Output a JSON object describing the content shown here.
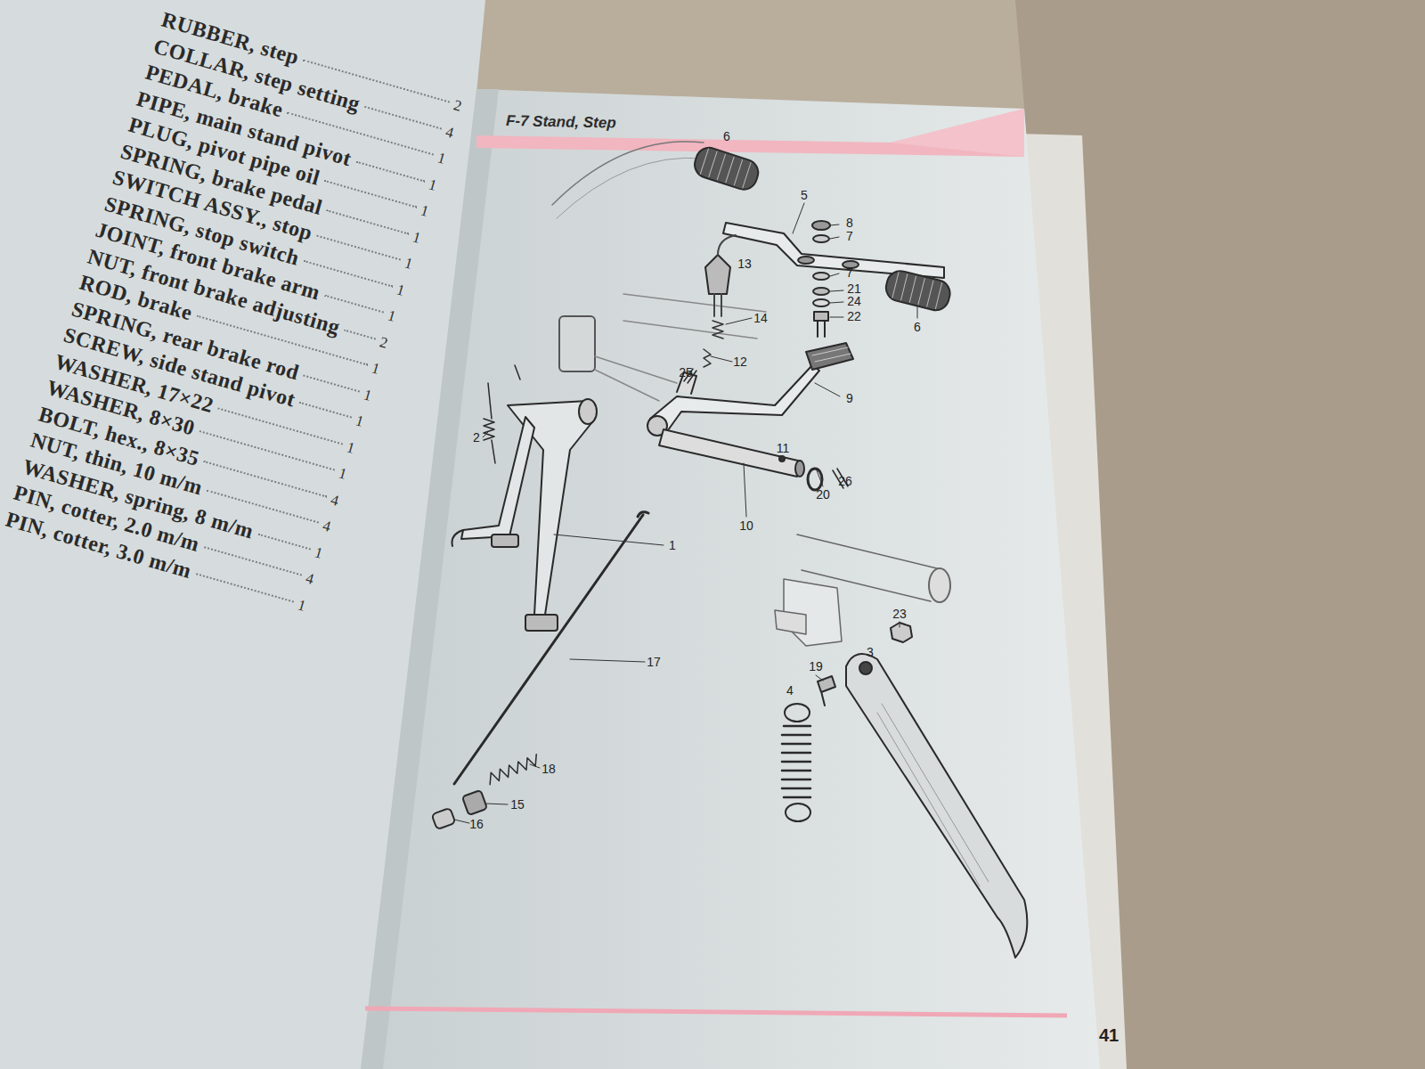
{
  "diagram": {
    "title": "F-7 Stand, Step",
    "labels": [
      "RUBBER, step",
      "COLLAR, step setting",
      "PEDAL, brake",
      "PIPE, main stand pivot",
      "PLUG, pivot pipe oil",
      "SPRING, brake pedal",
      "SWITCH ASSY., stop",
      "SPRING, stop switch",
      "JOINT, front brake arm",
      "NUT, front brake adjusting",
      "ROD, brake",
      "SPRING, rear brake rod",
      "SCREW, side stand pivot",
      "WASHER, 17×22",
      "WASHER, 8×30",
      "BOLT, hex., 8×35",
      "NUT, thin, 10 m/m",
      "WASHER, spring, 8 m/m",
      "PIN, cotter, 2.0 m/m",
      "PIN, cotter, 3.0 m/m",
      "2",
      "4",
      "1",
      "1",
      "1",
      "1",
      "1",
      "1",
      "1",
      "2",
      "1",
      "1",
      "1",
      "1",
      "1",
      "4",
      "4",
      "1",
      "4",
      "1",
      "6",
      "5",
      "8",
      "7",
      "13",
      "7",
      "21",
      "24",
      "22",
      "6",
      "14",
      "12",
      "25",
      "9",
      "2",
      "11",
      "20",
      "26",
      "10",
      "1",
      "17",
      "23",
      "3",
      "19",
      "4",
      "18",
      "15",
      "16",
      "41"
    ]
  }
}
